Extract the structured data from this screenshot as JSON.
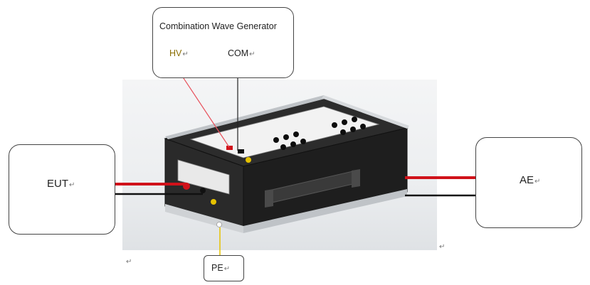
{
  "generator": {
    "title": "Combination Wave Generator",
    "hv_label": "HV",
    "com_label": "COM"
  },
  "eut": {
    "label": "EUT"
  },
  "ae": {
    "label": "AE"
  },
  "pe": {
    "label": "PE"
  },
  "return_mark": "↵",
  "colors": {
    "hv_line": "#e8505b",
    "com_line": "#222222",
    "pe_line": "#e6c200",
    "red_cable": "#d0121a",
    "black_cable": "#111111"
  }
}
